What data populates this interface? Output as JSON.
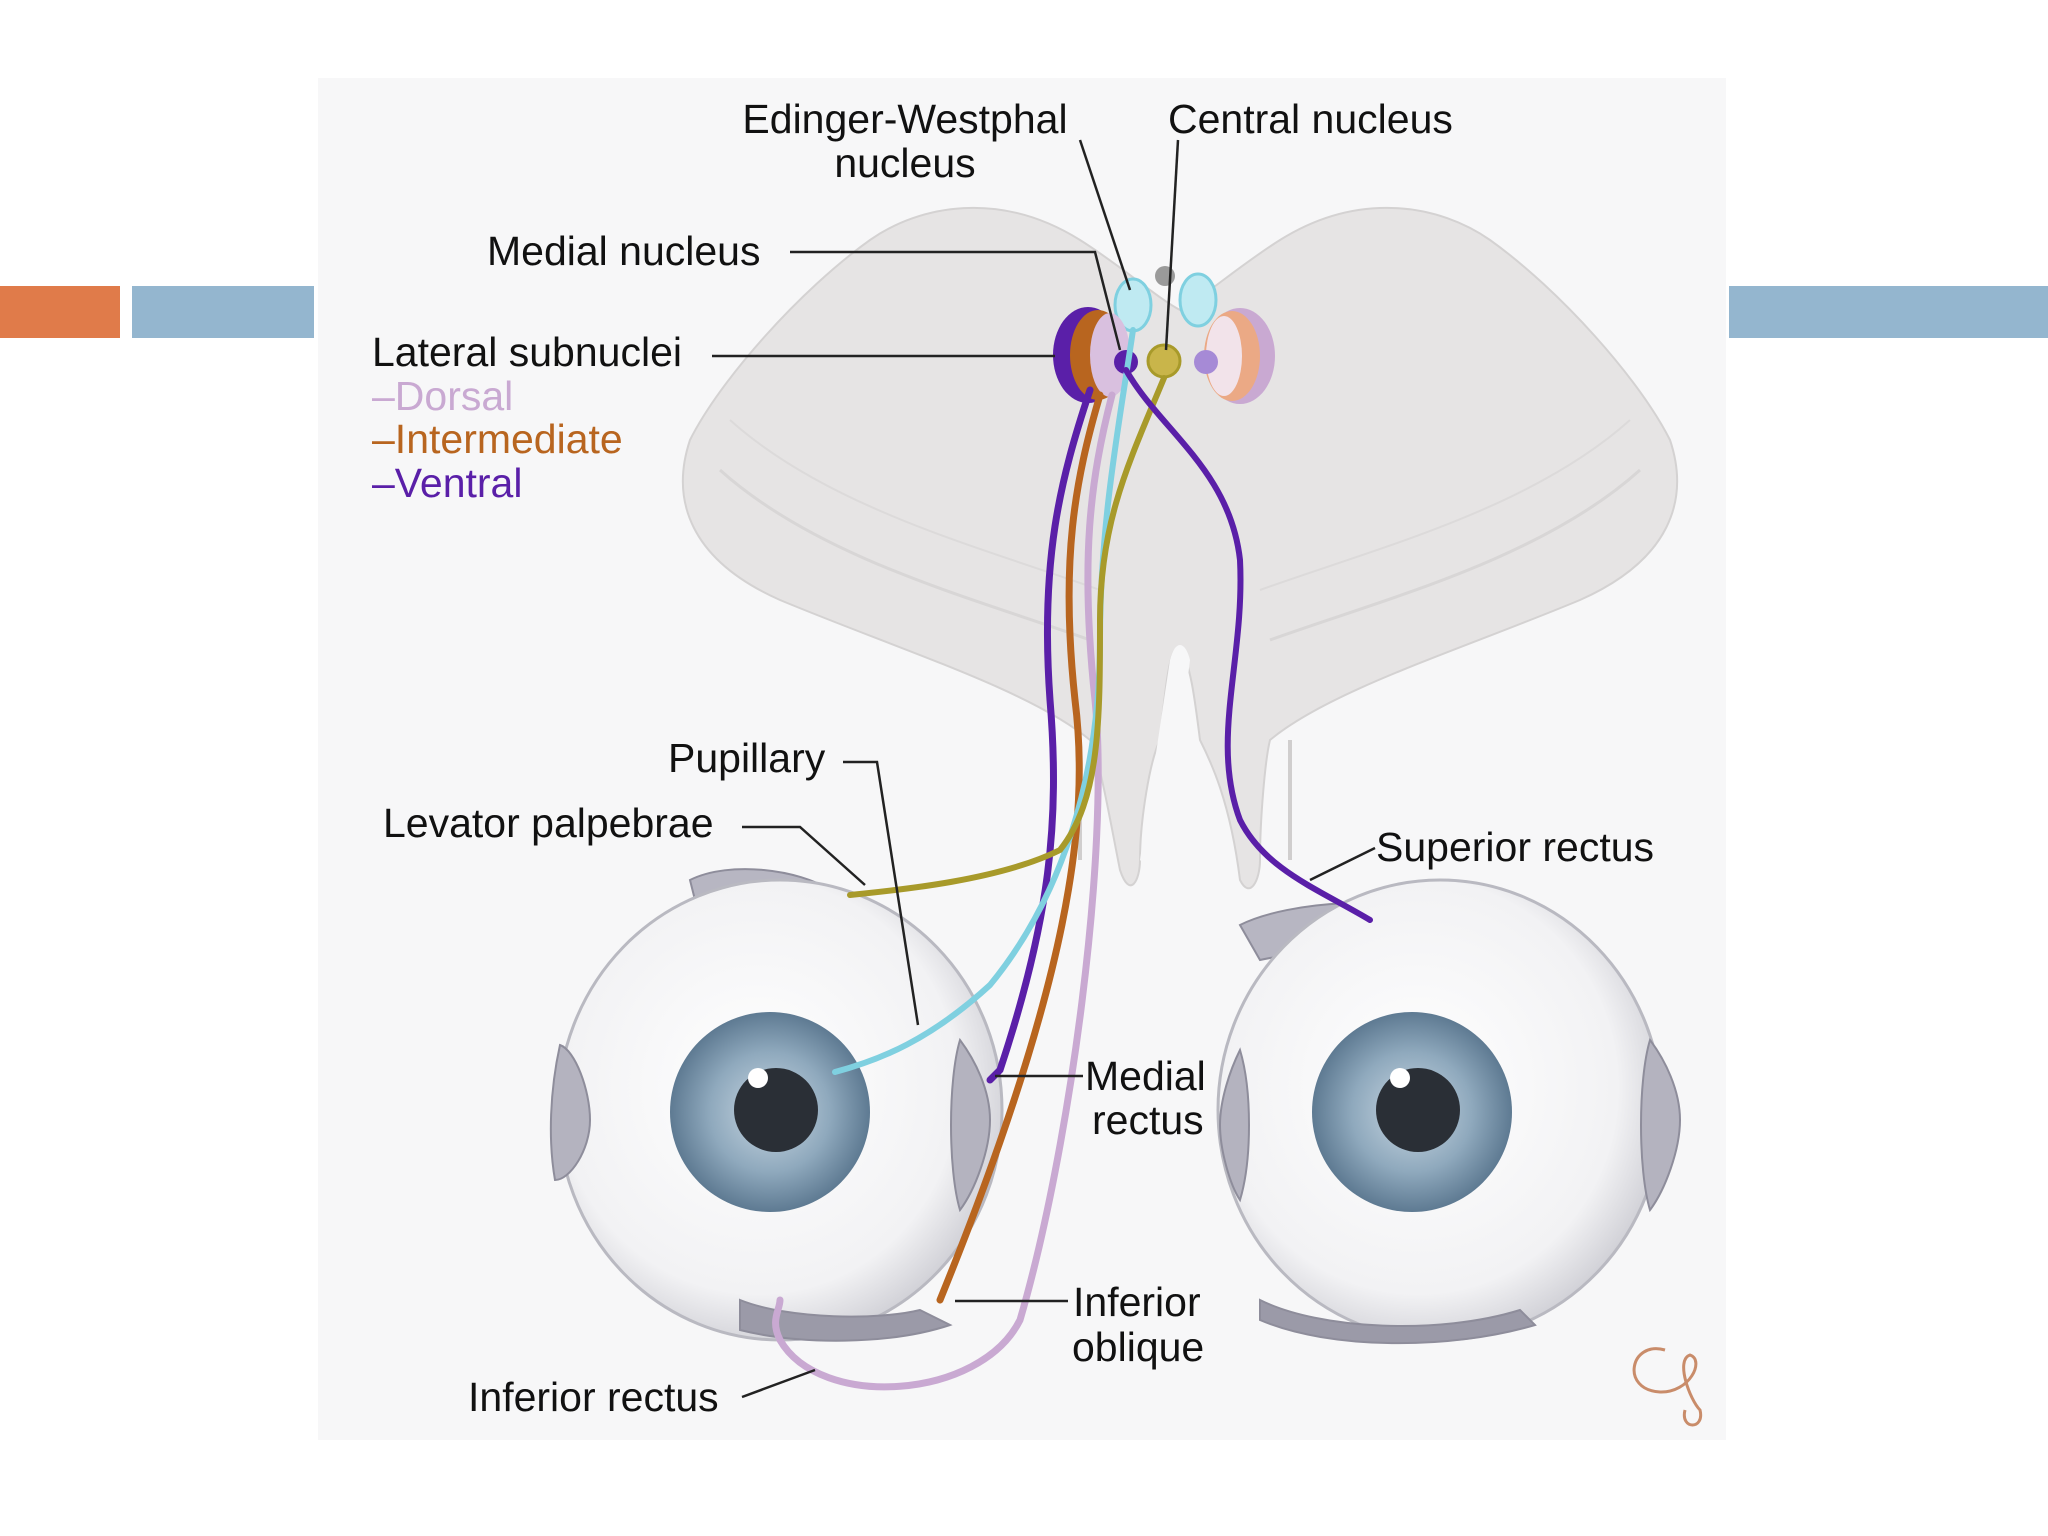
{
  "slide": {
    "accent_colors": {
      "orange": "#E07B4A",
      "blue": "#94B6CF"
    }
  },
  "diagram": {
    "labels": {
      "edinger_westphal_line1": "Edinger-Westphal",
      "edinger_westphal_line2": "nucleus",
      "central_nucleus": "Central nucleus",
      "medial_nucleus": "Medial nucleus",
      "lateral_subnuclei": "Lateral subnuclei",
      "dorsal": "–Dorsal",
      "intermediate": "–Intermediate",
      "ventral": "–Ventral",
      "pupillary": "Pupillary",
      "levator_palpebrae": "Levator palpebrae",
      "superior_rectus": "Superior rectus",
      "medial_rectus_line1": "Medial",
      "medial_rectus_line2": "rectus",
      "inferior_oblique_line1": "Inferior",
      "inferior_oblique_line2": "oblique",
      "inferior_rectus": "Inferior rectus"
    },
    "colors": {
      "dorsal": "#C9A9D2",
      "intermediate": "#B8651F",
      "ventral": "#5A1FA8",
      "edinger_westphal": "#7FD0E0",
      "central": "#A89A2A",
      "brainstem": "#E6E4E4",
      "iris": "#8FA9BD"
    }
  }
}
